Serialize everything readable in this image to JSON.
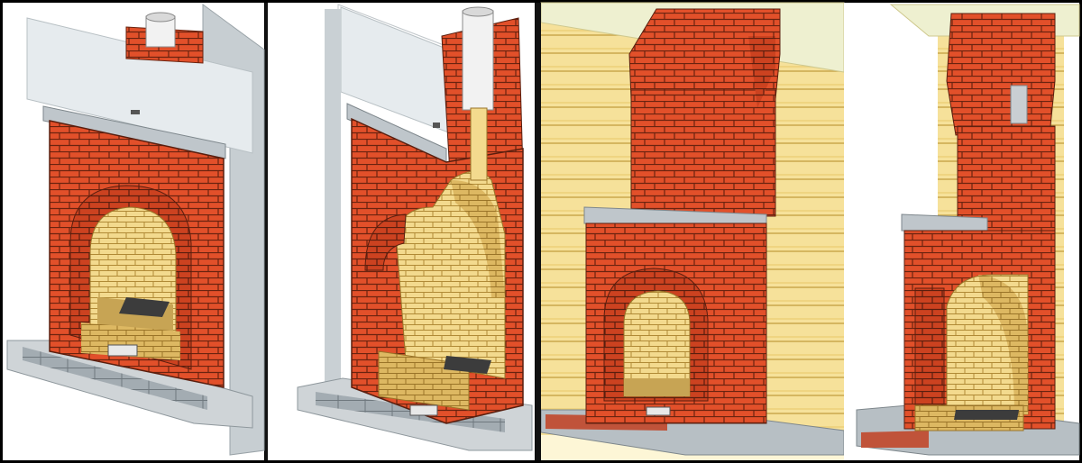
{
  "figure": {
    "panels": [
      {
        "id": "a",
        "subject": "corner-fireplace-front",
        "background": "#ffffff"
      },
      {
        "id": "b",
        "subject": "corner-fireplace-cutaway",
        "background": "#ffffff"
      },
      {
        "id": "c",
        "subject": "log-wall-fireplace-front",
        "background": "#fdf6d6"
      },
      {
        "id": "d",
        "subject": "log-wall-fireplace-cutaway",
        "background": "#ffffff"
      }
    ],
    "colors": {
      "brick": "#e2502a",
      "brick_dark": "#c63c1c",
      "firebrick": "#f3da8e",
      "firebrick_shade": "#d9b45a",
      "mortar": "#5a1e0e",
      "wall": "#e9eef0",
      "wall_shade": "#c9d0d4",
      "log": "#f6e19a",
      "log_line": "#caa84c",
      "mantel": "#b9c0c6",
      "hearth": "#9ea7ad",
      "flue": "#f2f2f2",
      "grate": "#4a4a4a"
    }
  }
}
